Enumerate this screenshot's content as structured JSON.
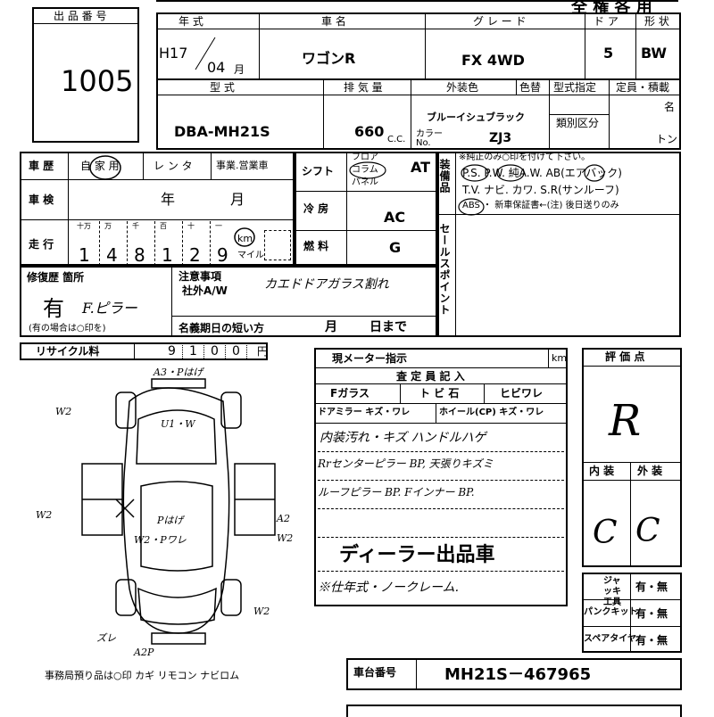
{
  "header": {
    "right_title": "全 権 各 用"
  },
  "listing": {
    "label": "出 品 番 号",
    "number": "1005"
  },
  "year": {
    "label": "年 式",
    "era": "H17",
    "month": "04",
    "month_unit": "月"
  },
  "car_name": {
    "label": "車 名",
    "value": "ワゴンR"
  },
  "grade": {
    "label": "グ レ ー ド",
    "value": "FX 4WD"
  },
  "doors": {
    "label": "ド ア",
    "value": "5"
  },
  "shape": {
    "label": "形 状",
    "value": "BW"
  },
  "model": {
    "label": "型 式",
    "value": "DBA-MH21S"
  },
  "displacement": {
    "label": "排 気 量",
    "value": "660",
    "unit": "C.C."
  },
  "color": {
    "label": "外装色",
    "value": "ブルーイシュブラック",
    "code_label": "カラー No.",
    "code": "ZJ3",
    "repaint_label": "色替"
  },
  "model_designation": {
    "label": "型式指定"
  },
  "category": {
    "label": "類別区分"
  },
  "capacity": {
    "label": "定員・積載",
    "unit1": "名",
    "unit2": "トン"
  },
  "history": {
    "label": "車 歴",
    "options": [
      "自 家 用",
      "レ ン タ",
      "事業.営業車"
    ]
  },
  "inspection": {
    "label": "車 検",
    "year_unit": "年",
    "month_unit": "月"
  },
  "mileage": {
    "label": "走 行",
    "units": [
      "十万",
      "万",
      "千",
      "百",
      "十",
      "一"
    ],
    "digits": [
      "1",
      "4",
      "8",
      "1",
      "2",
      "9"
    ],
    "km": "km",
    "mile": "マイル"
  },
  "shift": {
    "label": "シフト",
    "options": [
      "フロア",
      "コラム",
      "パネル"
    ],
    "value": "AT"
  },
  "aircon": {
    "label": "冷 房",
    "value": "AC"
  },
  "fuel": {
    "label": "燃 料",
    "value": "G"
  },
  "equipment": {
    "label": "装備品",
    "note": "※純正のみ○印を付けて下さい。",
    "line1": "P.S. P.W. 純A.W. AB(エアバック)",
    "line2": "T.V. ナビ. カワ. S.R(サンルーフ)",
    "line3": "ABS ・ 新車保証書←(注) 後日送りのみ"
  },
  "sales_point": {
    "label": "セールスポイント"
  },
  "repair": {
    "label": "修復歴 箇所",
    "value": "有",
    "detail": "F.ピラー",
    "footnote": "(有の場合は○印を)"
  },
  "notes": {
    "label": "注意事項",
    "line1": "社外A/W",
    "handwritten": "カエドドアガラス割れ",
    "expiry_label": "名義期日の短い方",
    "month": "月",
    "day": "日まで"
  },
  "recycle": {
    "label": "リサイクル料",
    "digits": [
      "9",
      "1",
      "0",
      "0"
    ],
    "unit": "円"
  },
  "meter": {
    "label": "現メーター指示",
    "unit": "km"
  },
  "inspector": {
    "label": "査 定 員 記 入",
    "row1": [
      "Fガラス",
      "ト ビ 石",
      "ヒビワレ"
    ],
    "row2": [
      "ドアミラー キズ・ワレ",
      "ホイール(CP) キズ・ワレ"
    ],
    "handwritten": [
      "内装汚れ・キズ ハンドルハゲ",
      "Rrセンターピラー BP, 天張りキズミ",
      "ルーフピラー BP. Fインナー BP.",
      "ディーラー出品車",
      "※仕年式・ノークレーム."
    ]
  },
  "evaluation": {
    "label": "評 価 点",
    "score": "R",
    "interior_label": "内 装",
    "exterior_label": "外 装",
    "interior": "C",
    "exterior": "C"
  },
  "jack": {
    "label": "ジャッキ 工具",
    "value": "有・無"
  },
  "puncture_kit": {
    "label": "パンクキット",
    "value": "有・無"
  },
  "spare_tire": {
    "label": "スペアタイヤ",
    "value": "有・無"
  },
  "chassis": {
    "label": "車台番号",
    "value": "MH21S－467965"
  },
  "office_items": {
    "text": "事務局預り品は○印  カギ リモコン ナビロム"
  },
  "diagram_marks": {
    "front": "A3・Pはげ",
    "u1w": "U1・W",
    "w2_left_top": "W2",
    "w2_left_mid": "W2",
    "pug": "Pはげ",
    "w2pware": "W2・Pワレ",
    "a2": "A2",
    "w2_right": "W2",
    "w2_right_low": "W2",
    "zure": "ズレ",
    "rear": "A2P"
  }
}
